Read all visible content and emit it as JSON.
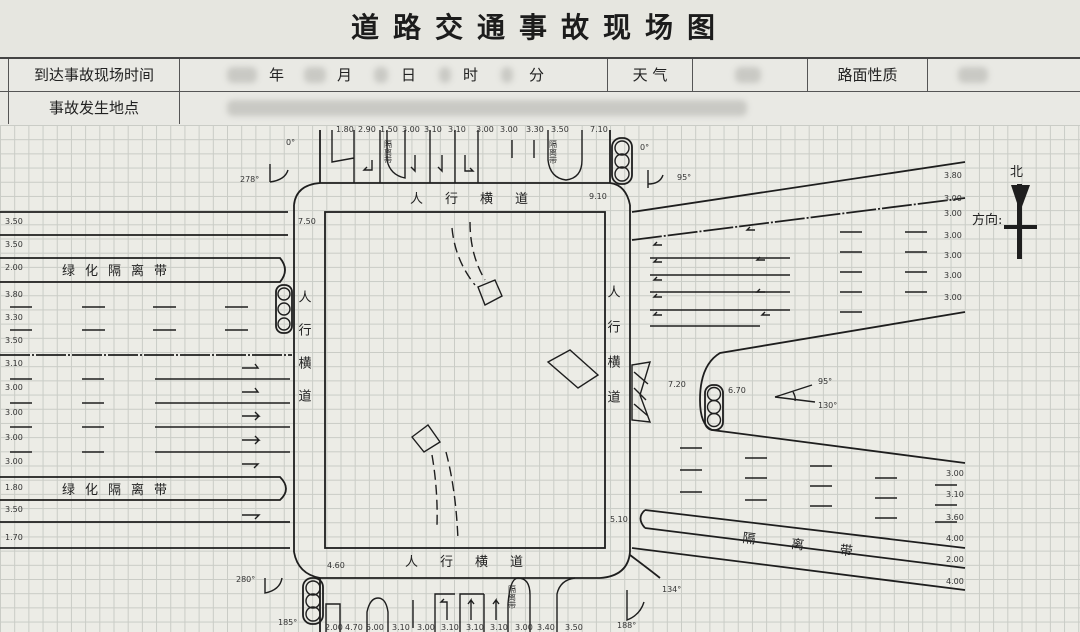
{
  "title": "道路交通事故现场图",
  "header": {
    "arrival_time_label": "到达事故现场时间",
    "year": "年",
    "month": "月",
    "day": "日",
    "hour": "时",
    "minute": "分",
    "weather_label": "天 气",
    "road_surface_label": "路面性质",
    "location_label": "事故发生地点"
  },
  "diagram": {
    "crosswalk_label": "人行横道",
    "greenbelt_label": "绿化隔离带",
    "median_label": "隔离带",
    "compass": {
      "north": "北",
      "direction_label": "方向:"
    },
    "left_lane_widths": [
      "3.50",
      "3.50",
      "2.00",
      "3.80",
      "3.30",
      "3.50",
      "3.10",
      "3.00",
      "3.00",
      "3.00",
      "3.00",
      "1.80",
      "3.50",
      "1.70"
    ],
    "top_lane_widths": [
      "1.80",
      "2.90",
      "1.50",
      "3.00",
      "3.10",
      "3.10",
      "3.00",
      "3.00",
      "3.30",
      "3.50",
      "7.10"
    ],
    "right_upper_lane_widths": [
      "3.80",
      "3.00",
      "3.00",
      "3.00",
      "3.00",
      "3.00",
      "3.00"
    ],
    "right_lower_lane_widths": [
      "3.00",
      "3.10",
      "3.60",
      "4.00",
      "2.00",
      "4.00"
    ],
    "bottom_lane_widths": [
      "2.00",
      "4.70",
      "5.00",
      "3.10",
      "3.00",
      "3.10",
      "3.10",
      "3.10",
      "3.00",
      "3.40",
      "3.50"
    ],
    "corner_measurements": {
      "top_right": "9.10",
      "top_left": "7.50",
      "bottom_left": "4.60",
      "right_lower": "5.10",
      "island_left": "7.20",
      "island_light": "6.70"
    },
    "angles": {
      "top_left": "0°",
      "top_left_corner": "278°",
      "top_right": "0°",
      "top_right_corner": "95°",
      "island_upper": "95°",
      "island_lower": "130°",
      "bottom_left_corner": "280°",
      "bottom_left": "185°",
      "bottom_right_corner": "134°",
      "bottom_right": "188°"
    }
  }
}
